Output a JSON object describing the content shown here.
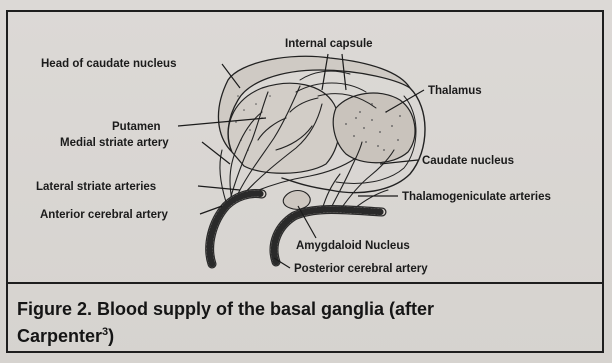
{
  "labels": {
    "head_of_caudate": "Head of caudate nucleus",
    "internal_capsule": "Internal capsule",
    "thalamus": "Thalamus",
    "putamen": "Putamen",
    "medial_striate": "Medial striate artery",
    "caudate_nucleus": "Caudate nucleus",
    "lateral_striate": "Lateral striate arteries",
    "thalamogeniculate": "Thalamogeniculate arteries",
    "anterior_cerebral": "Anterior cerebral artery",
    "amygdaloid": "Amygdaloid Nucleus",
    "posterior_cerebral": "Posterior cerebral artery"
  },
  "caption": {
    "line1": "Figure 2.  Blood supply of the basal ganglia (after",
    "line2_text": "Carpenter",
    "line2_sup": "3",
    "line2_end": ")"
  }
}
